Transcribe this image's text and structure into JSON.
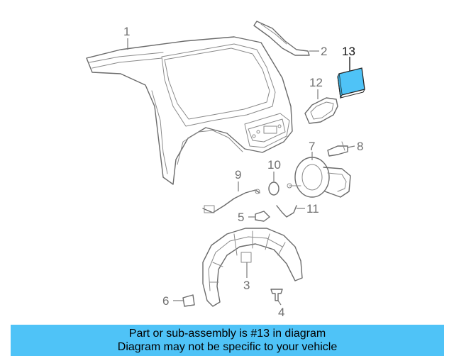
{
  "callouts": {
    "c1": "1",
    "c2": "2",
    "c3": "3",
    "c4": "4",
    "c5": "5",
    "c6": "6",
    "c7": "7",
    "c8": "8",
    "c9": "9",
    "c10": "10",
    "c11": "11",
    "c12": "12",
    "c13": "13"
  },
  "highlight": {
    "part": "13",
    "color": "#4fc3f7"
  },
  "banner": {
    "line1": "Part or sub-assembly is #13 in diagram",
    "line2": "Diagram may not be specific to your vehicle",
    "background": "#4fc3f7"
  }
}
